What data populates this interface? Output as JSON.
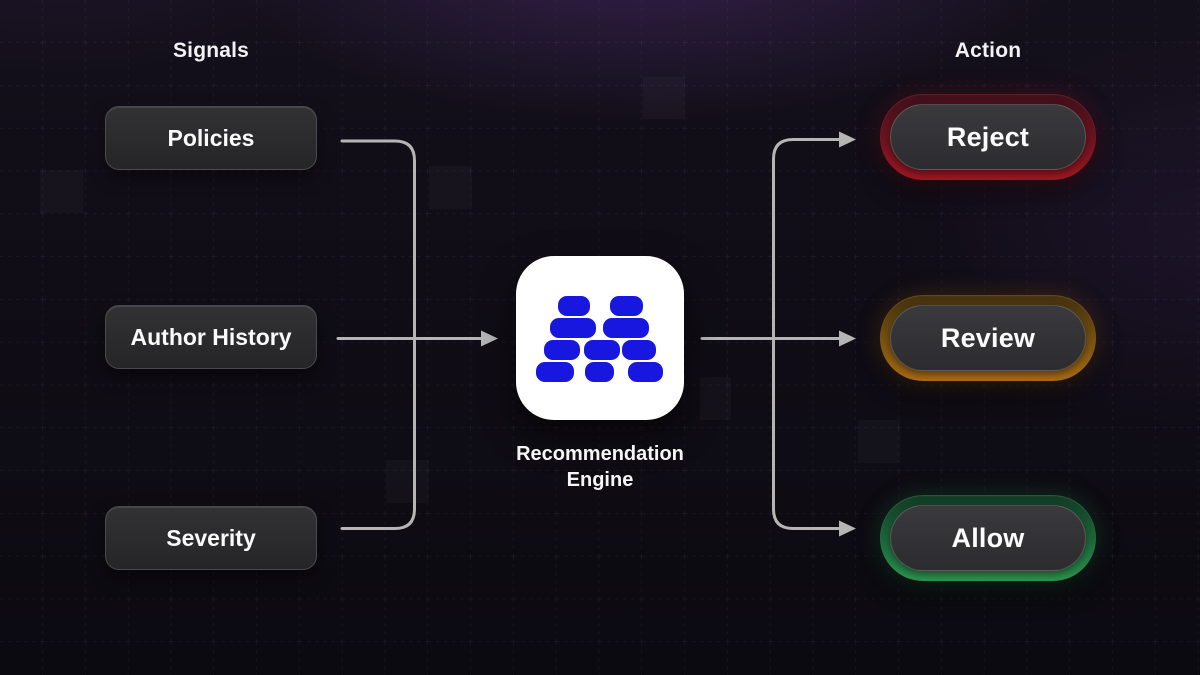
{
  "diagram": {
    "title_left": "Signals",
    "title_right": "Action",
    "signals": [
      {
        "label": "Policies"
      },
      {
        "label": "Author History"
      },
      {
        "label": "Severity"
      }
    ],
    "engine": {
      "label_line1": "Recommendation",
      "label_line2": "Engine",
      "icon": "blue-blocks-logo"
    },
    "actions": [
      {
        "label": "Reject",
        "tone": "red"
      },
      {
        "label": "Review",
        "tone": "amber"
      },
      {
        "label": "Allow",
        "tone": "green"
      }
    ]
  },
  "colors": {
    "text": "#f5f5f5",
    "connector": "#b5b5b5",
    "node_fill_top": "#323234",
    "node_fill_bottom": "#252527",
    "node_border": "#4a4a4e",
    "engine_icon_bg": "#ffffff",
    "engine_icon_block": "#1717df",
    "reject_ring_top": "#3f0f1a",
    "reject_ring_mid": "#701420",
    "reject_ring_bottom": "#9e1722",
    "review_ring_top": "#42300f",
    "review_ring_mid": "#7a5312",
    "review_ring_bottom": "#ab6c14",
    "allow_ring_top": "#123a24",
    "allow_ring_mid": "#1d6b3c",
    "allow_ring_bottom": "#2c9450"
  }
}
